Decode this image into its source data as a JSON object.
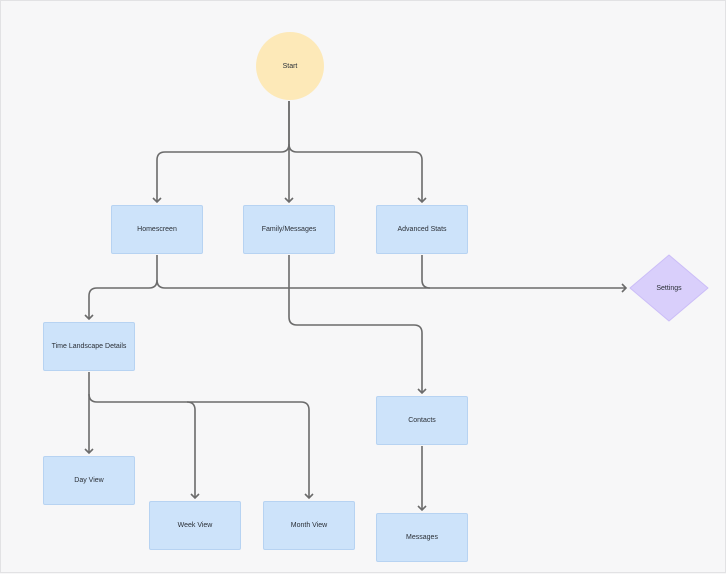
{
  "nodes": {
    "start": "Start",
    "homescreen": "Homescreen",
    "family_messages": "Family/Messages",
    "advanced_stats": "Advanced Stats",
    "settings": "Settings",
    "time_landscape": "Time Landscape Details",
    "contacts": "Contacts",
    "day_view": "Day View",
    "week_view": "Week View",
    "month_view": "Month View",
    "messages": "Messages"
  },
  "colors": {
    "start_fill": "#fde9b8",
    "box_fill": "#cde3fa",
    "decision_fill": "#d9cffb",
    "connector": "#6b6b6b"
  }
}
